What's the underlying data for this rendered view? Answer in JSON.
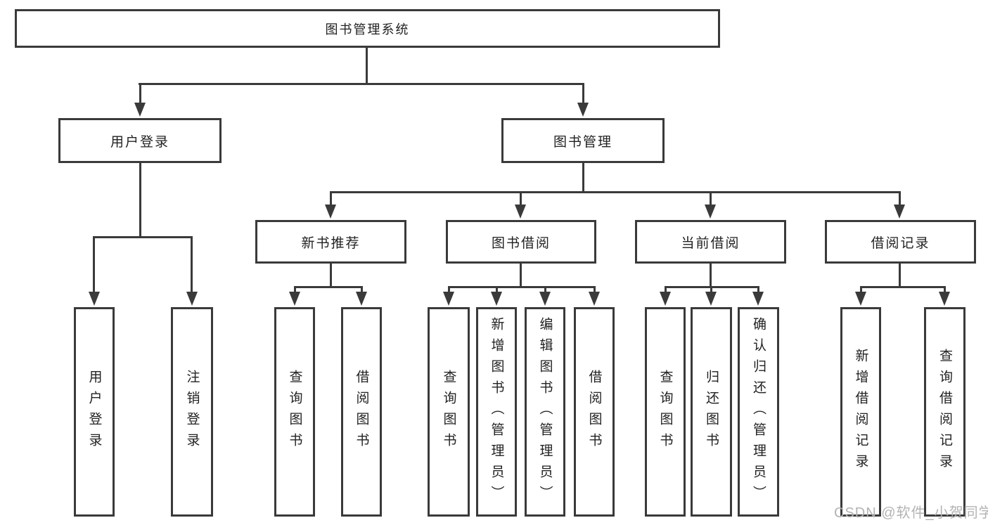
{
  "root": {
    "label": "图书管理系统"
  },
  "level2": {
    "user_login": {
      "label": "用户登录"
    },
    "book_management": {
      "label": "图书管理"
    }
  },
  "level3": {
    "new_book_recommend": {
      "label": "新书推荐"
    },
    "book_borrow": {
      "label": "图书借阅"
    },
    "current_borrow": {
      "label": "当前借阅"
    },
    "borrow_records": {
      "label": "借阅记录"
    }
  },
  "leaves": {
    "user_login": [
      "用户登录",
      "注销登录"
    ],
    "new_book_recommend": [
      "查询图书",
      "借阅图书"
    ],
    "book_borrow": [
      "查询图书",
      "新增图书（管理员）",
      "编辑图书（管理员）",
      "借阅图书"
    ],
    "current_borrow": [
      "查询图书",
      "归还图书",
      "确认归还（管理员）"
    ],
    "borrow_records": [
      "新增借阅记录",
      "查询借阅记录"
    ]
  },
  "watermark": "CSDN @软件_小贺同学",
  "colors": {
    "line": "#3a3a3a",
    "text": "#222222",
    "node_background": "#ffffff",
    "watermark": "#b3b3b3",
    "background": "#ffffff"
  }
}
